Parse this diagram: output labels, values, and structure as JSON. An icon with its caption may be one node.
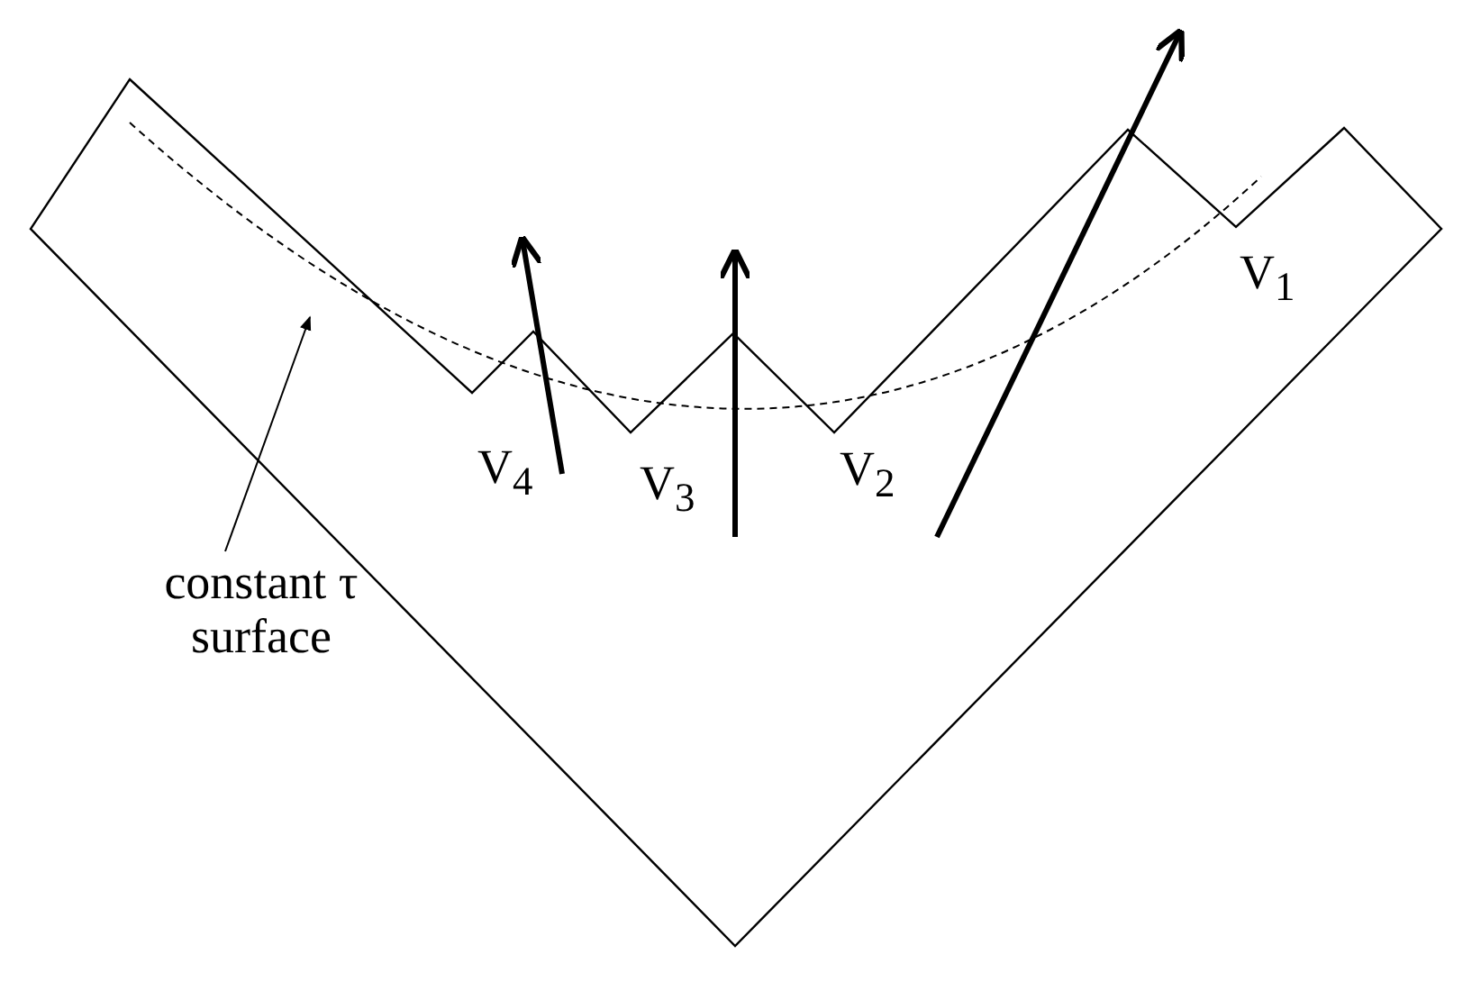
{
  "diagram": {
    "nodes": [
      {
        "text": [
          "constant τ surface"
        ]
      },
      {
        "text": [],
        "shape": "curve"
      }
    ],
    "edges": [
      {
        "from": 0,
        "to": 1,
        "arrow": "to"
      }
    ],
    "labels": [
      "V$_{1}$",
      "V$_{4}$",
      "V$_{3}$",
      "V$_{2}$"
    ]
  }
}
